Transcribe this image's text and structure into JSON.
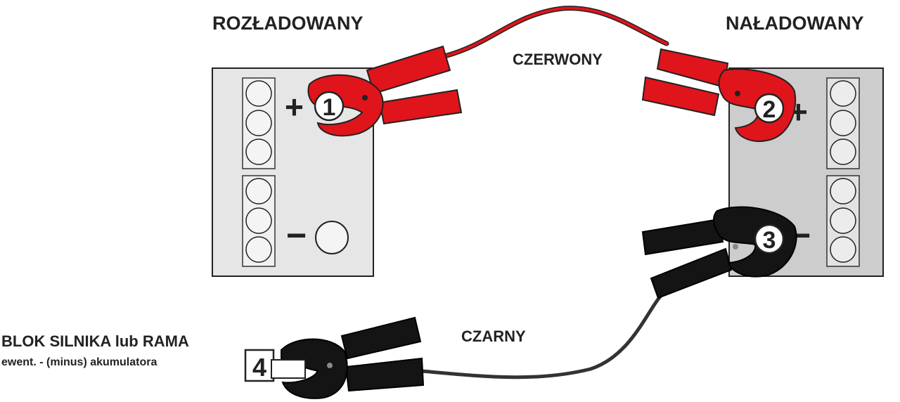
{
  "labels": {
    "discharged": "ROZŁADOWANY",
    "charged": "NAŁADOWANY",
    "red_cable": "CZERWONY",
    "black_cable": "CZARNY",
    "ground_title": "BLOK SILNIKA lub RAMA",
    "ground_subtitle": "ewent. - (minus) akumulatora"
  },
  "steps": {
    "s1": "1",
    "s2": "2",
    "s3": "3",
    "s4": "4"
  },
  "signs": {
    "plus": "+",
    "minus": "−"
  },
  "colors": {
    "red_clamp": "#e0141b",
    "black_clamp": "#141414",
    "battery_left": "#e6e6e6",
    "battery_right": "#cdcdcd",
    "outline": "#222222"
  }
}
